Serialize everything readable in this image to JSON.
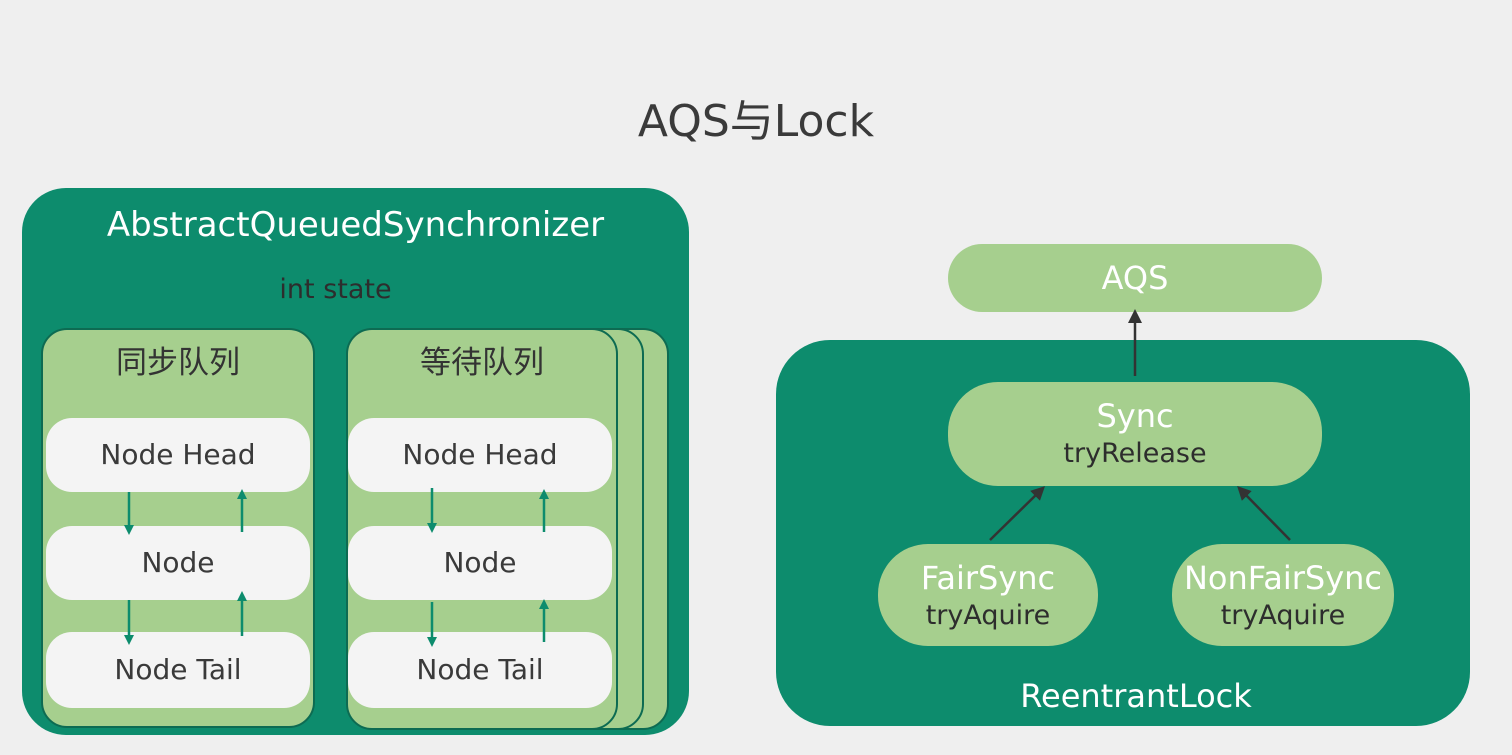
{
  "title": "AQS与Lock",
  "aqs": {
    "title": "AbstractQueuedSynchronizer",
    "state": "int state",
    "sync_queue": {
      "label": "同步队列",
      "nodes": [
        "Node Head",
        "Node",
        "Node Tail"
      ]
    },
    "wait_queue": {
      "label": "等待队列",
      "nodes": [
        "Node Head",
        "Node",
        "Node Tail"
      ]
    }
  },
  "hierarchy": {
    "parent": "AQS",
    "container": "ReentrantLock",
    "sync": {
      "name": "Sync",
      "method": "tryRelease"
    },
    "fair": {
      "name": "FairSync",
      "method": "tryAquire"
    },
    "nonfair": {
      "name": "NonFairSync",
      "method": "tryAquire"
    }
  },
  "colors": {
    "dark_green": "#0d8c6d",
    "light_green": "#a6cf8e",
    "node_bg": "#f4f4f4",
    "background": "#efefef"
  }
}
